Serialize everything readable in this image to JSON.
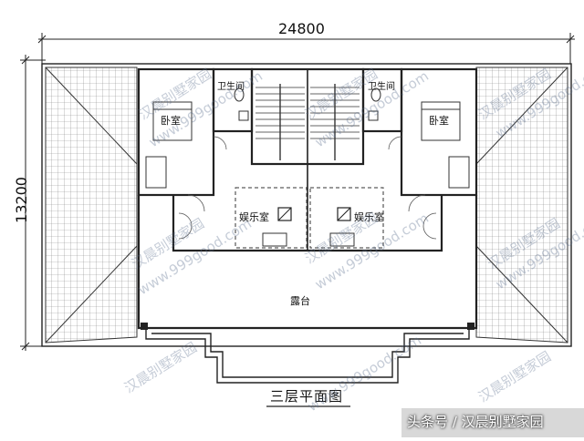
{
  "dimensions": {
    "width_label": "24800",
    "depth_label": "13200"
  },
  "rooms": {
    "bedroom_left": "卧室",
    "bedroom_right": "卧室",
    "bathroom_left": "卫生间",
    "bathroom_right": "卫生间",
    "entertainment_left": "娱乐室",
    "entertainment_right": "娱乐室",
    "terrace": "露台"
  },
  "plan_title": "三层平面图",
  "watermark": {
    "name": "汉晨别墅家园",
    "url": "www.999good.com"
  },
  "footer": "头条号 / 汉晨别墅家园"
}
